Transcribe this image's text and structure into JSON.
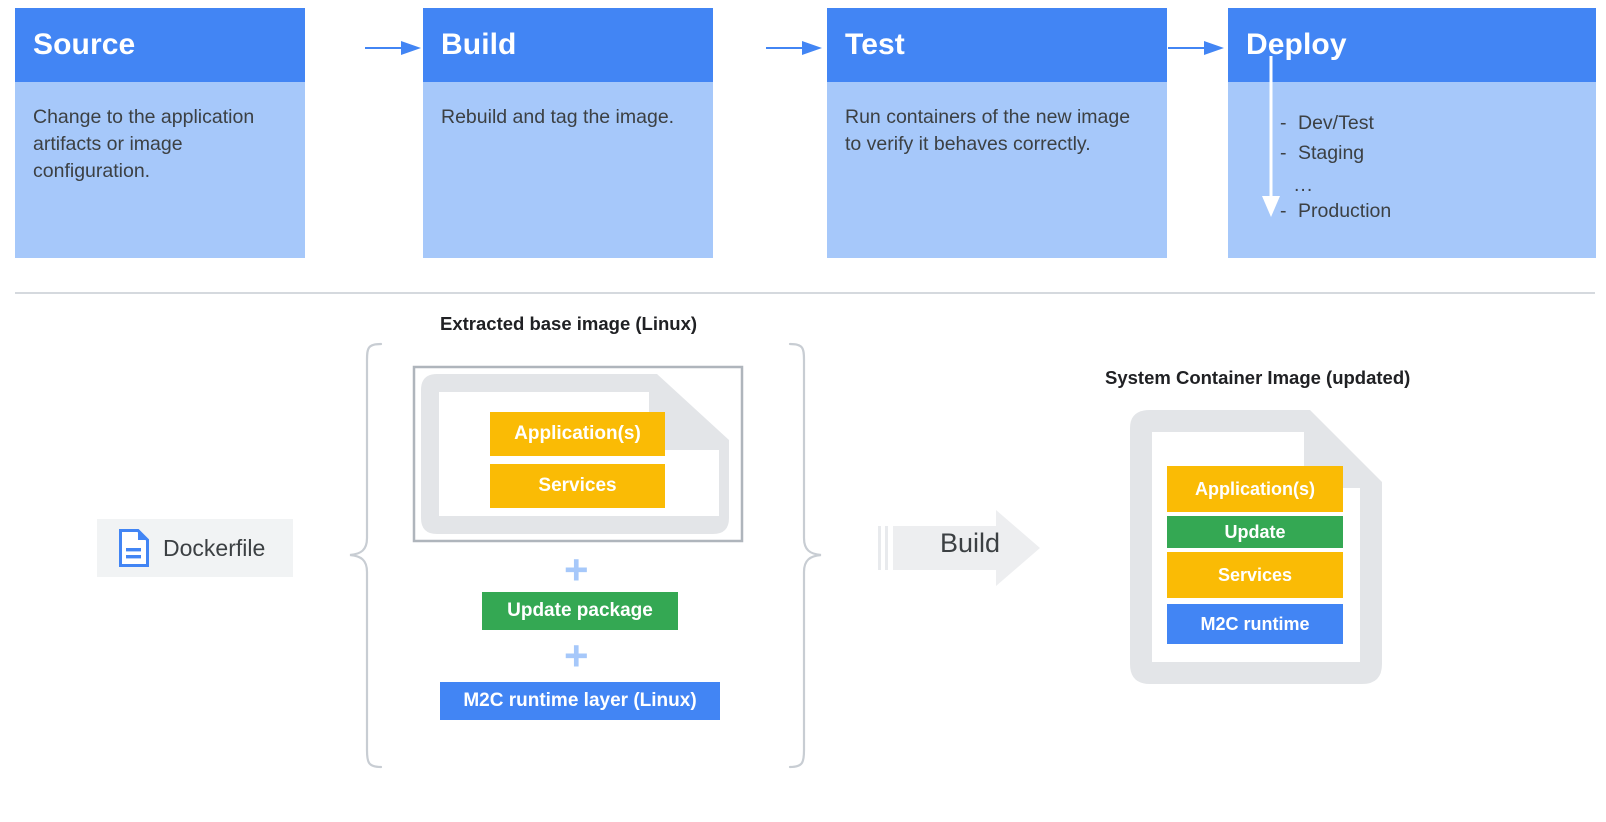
{
  "pipeline": {
    "stages": [
      {
        "title": "Source",
        "desc": "Change to the application artifacts or image configuration."
      },
      {
        "title": "Build",
        "desc": "Rebuild and tag the image."
      },
      {
        "title": "Test",
        "desc": "Run containers of the new image to verify it behaves correctly."
      },
      {
        "title": "Deploy",
        "desc": ""
      }
    ],
    "deploy_items": [
      "Dev/Test",
      "Staging",
      "Production"
    ],
    "deploy_dash": "-",
    "deploy_ellipsis": "...",
    "arrow_icon": "arrow-right-icon"
  },
  "build_flow": {
    "dockerfile": {
      "label": "Dockerfile",
      "icon": "document-file-icon"
    },
    "left_caption": "Extracted base image (Linux)",
    "right_caption": "System Container Image (updated)",
    "base_layers": [
      {
        "label": "Application(s)",
        "color": "#FABB05"
      },
      {
        "label": "Services",
        "color": "#FABB05"
      }
    ],
    "addons": [
      {
        "label": "Update package",
        "color": "#34A853"
      },
      {
        "label": "M2C runtime layer (Linux)",
        "color": "#4285F4"
      }
    ],
    "plus_symbol": "+",
    "build_action": {
      "label": "Build",
      "icon": "block-arrow-right-icon"
    },
    "result_layers": [
      {
        "label": "Application(s)",
        "color": "#FABB05"
      },
      {
        "label": "Update",
        "color": "#34A853"
      },
      {
        "label": "Services",
        "color": "#FABB05"
      },
      {
        "label": "M2C runtime",
        "color": "#4285F4"
      }
    ]
  },
  "colors": {
    "header_blue": "#4285F4",
    "body_blue": "#A6C8FA",
    "yellow": "#FABB05",
    "green": "#34A853",
    "blue": "#4285F4",
    "gray_border": "#BDC1C6",
    "gray_fill": "#E8EAED",
    "divider": "#D5D9DE",
    "text": "#3C4043"
  }
}
